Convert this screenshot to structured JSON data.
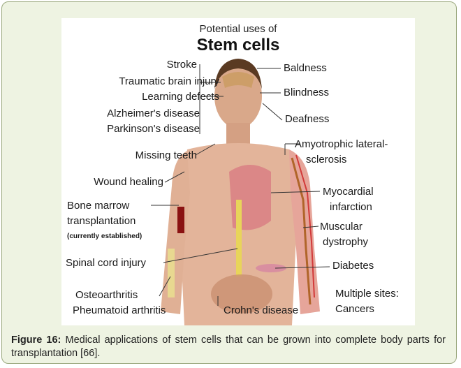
{
  "figure": {
    "subtitle": "Potential uses of",
    "title": "Stem cells",
    "left_labels": {
      "stroke": "Stroke",
      "tbi": "Traumatic brain injury",
      "learning": "Learning defects",
      "alzheimers": "Alzheimer's disease",
      "parkinsons": "Parkinson's disease",
      "teeth": "Missing teeth",
      "wound": "Wound healing",
      "bone1": "Bone marrow",
      "bone2": "transplantation",
      "bone3": "(currently established)",
      "spinal": "Spinal cord injury",
      "osteo": "Osteoarthritis",
      "rheum": "Pheumatoid arthritis"
    },
    "right_labels": {
      "baldness": "Baldness",
      "blindness": "Blindness",
      "deafness": "Deafness",
      "als1": "Amyotrophic lateral-",
      "als2": "sclerosis",
      "myo1": "Myocardial",
      "myo2": "infarction",
      "musc1": "Muscular",
      "musc2": "dystrophy",
      "diabetes": "Diabetes",
      "multi1": "Multiple sites:",
      "multi2": "Cancers"
    },
    "bottom_label": "Crohn's disease"
  },
  "caption": {
    "label": "Figure 16:",
    "text": " Medical applications of stem cells that can be grown into complete body parts for transplantation [66]."
  }
}
